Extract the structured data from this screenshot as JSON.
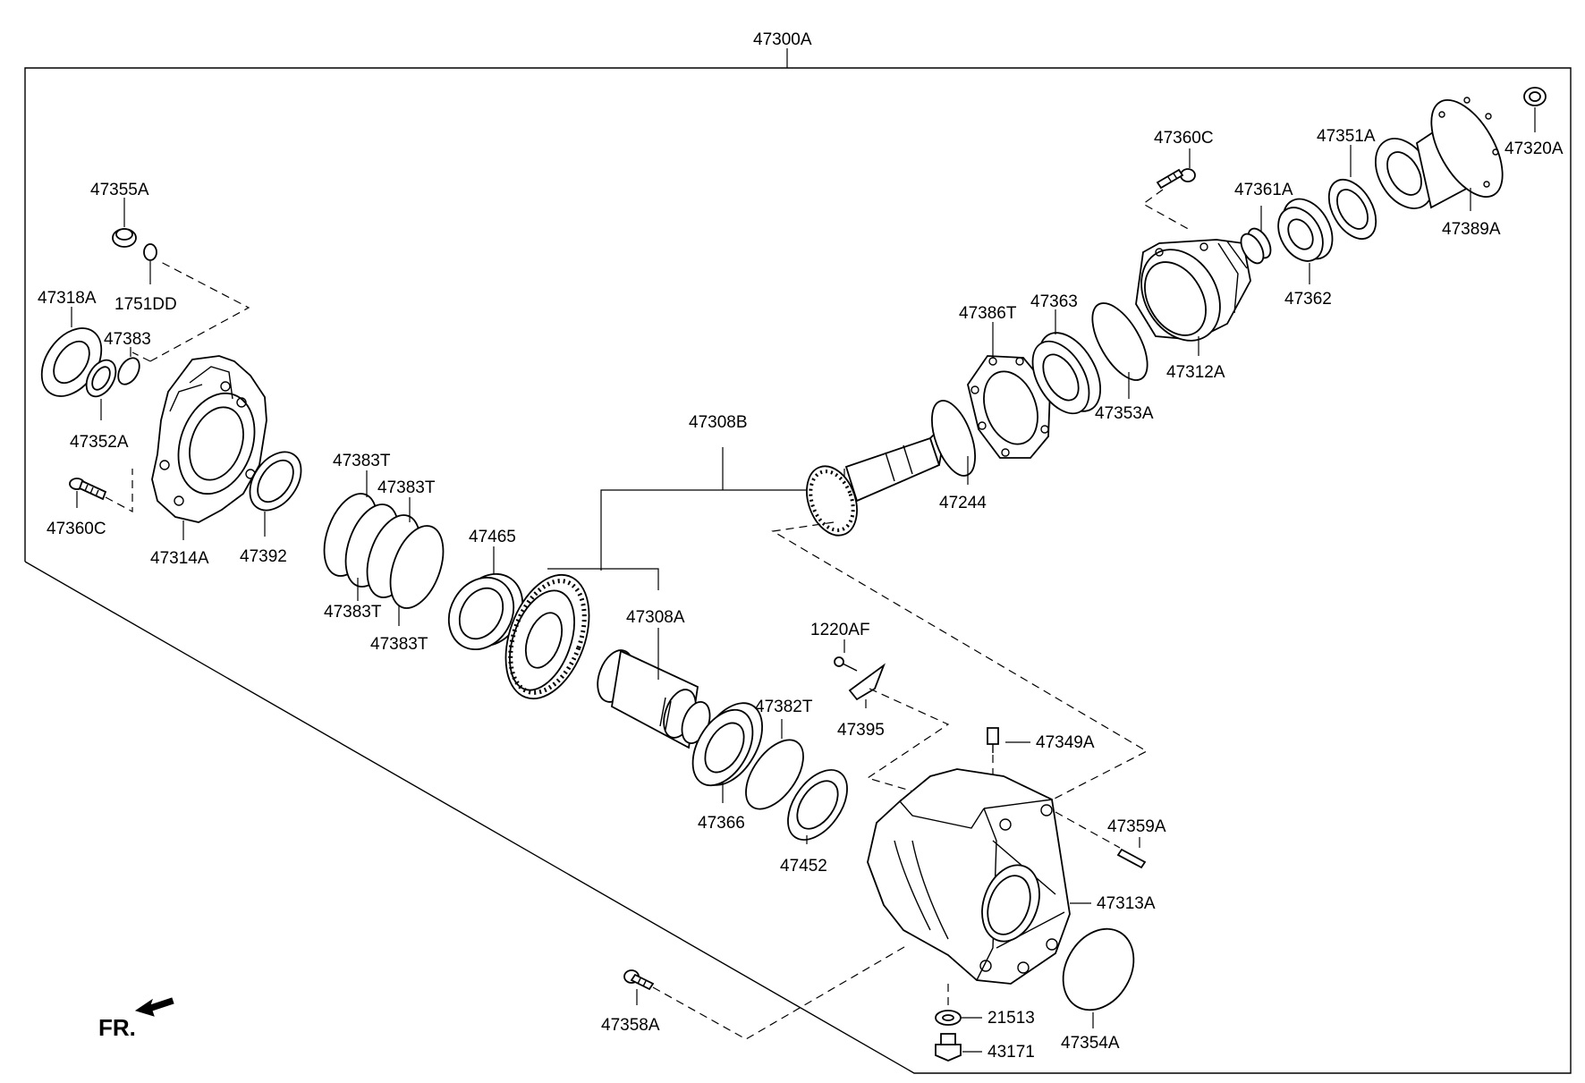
{
  "diagram": {
    "assembly_number": "47300A",
    "front_marker": "FR.",
    "labels": {
      "p47355A": "47355A",
      "p1751DD": "1751DD",
      "p47318A": "47318A",
      "p47383": "47383",
      "p47352A": "47352A",
      "p47360C_left": "47360C",
      "p47314A": "47314A",
      "p47392": "47392",
      "p47383T_1": "47383T",
      "p47383T_2": "47383T",
      "p47383T_3": "47383T",
      "p47383T_4": "47383T",
      "p47465": "47465",
      "p47308B": "47308B",
      "p47308A": "47308A",
      "p1220AF": "1220AF",
      "p47395": "47395",
      "p47382T": "47382T",
      "p47366": "47366",
      "p47452": "47452",
      "p47244": "47244",
      "p47386T": "47386T",
      "p47363": "47363",
      "p47353A": "47353A",
      "p47312A": "47312A",
      "p47360C_right": "47360C",
      "p47361A": "47361A",
      "p47362": "47362",
      "p47351A": "47351A",
      "p47389A": "47389A",
      "p47320A": "47320A",
      "p47349A": "47349A",
      "p47359A": "47359A",
      "p47313A": "47313A",
      "p47354A": "47354A",
      "p21513": "21513",
      "p43171": "43171",
      "p47358A": "47358A"
    }
  }
}
